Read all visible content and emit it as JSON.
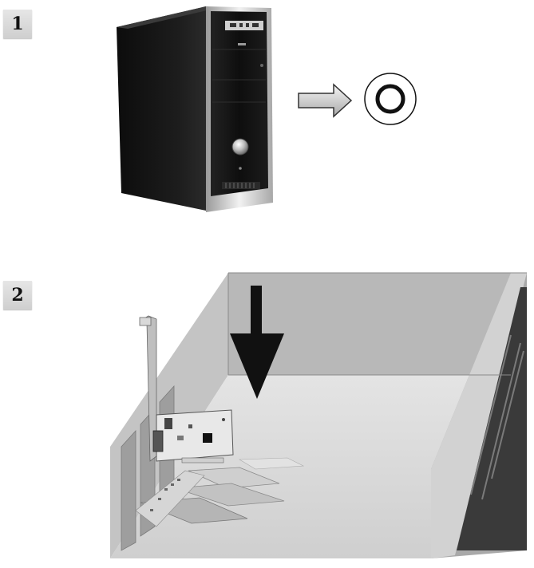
{
  "steps": [
    {
      "number": "1",
      "illustration": "pc-tower-power-off",
      "icon": "power-off-icon"
    },
    {
      "number": "2",
      "illustration": "insert-expansion-card",
      "icon": "down-arrow-icon"
    }
  ],
  "colors": {
    "badge": "#d9d9d9",
    "case_black": "#141414",
    "chassis_light": "#dcdcdc",
    "chassis_mid": "#b9b9b9",
    "arrow_black": "#111111"
  }
}
